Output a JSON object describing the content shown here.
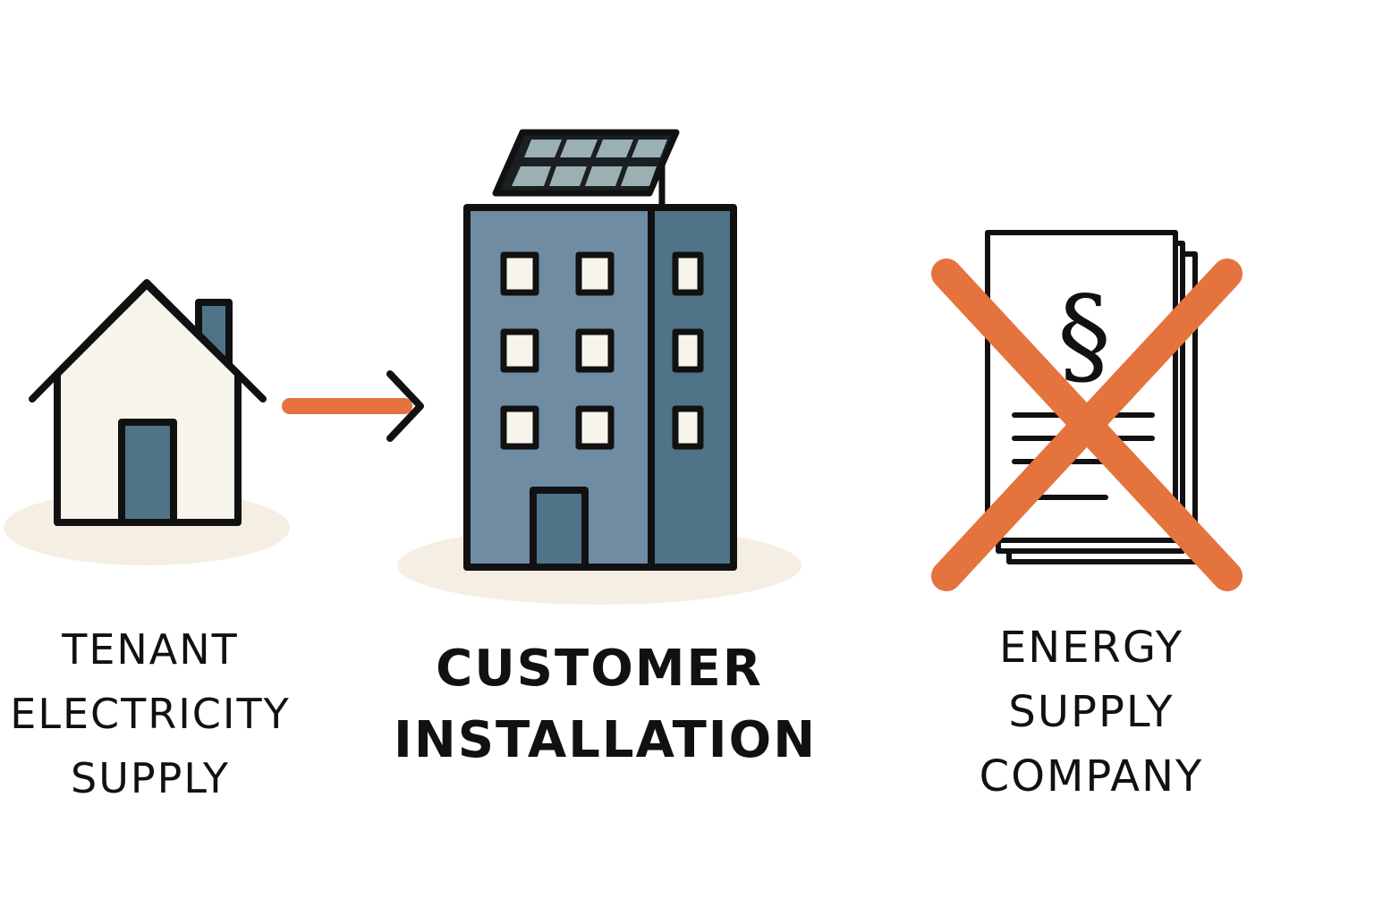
{
  "labels": {
    "tenant": [
      "TENANT",
      "ELECTRICITY",
      "SUPPLY"
    ],
    "customer": [
      "CUSTOMER",
      "INSTALLATION"
    ],
    "energy": [
      "ENERGY",
      "SUPPLY",
      "COMPANY"
    ]
  },
  "document_symbol": "§",
  "colors": {
    "outline": "#111111",
    "house_fill": "#f7f4ec",
    "building_main": "#6f8ca3",
    "building_side": "#4f7488",
    "door": "#4f7488",
    "window": "#f7f4ec",
    "solar_cell": "#9ab0b3",
    "accent_orange": "#e4733d",
    "ground_shadow": "#f4efe2",
    "paper": "#ffffff"
  },
  "icons": [
    "house-icon",
    "arrow-right-icon",
    "apartment-building-icon",
    "solar-panel-icon",
    "legal-document-icon",
    "cross-mark-icon"
  ]
}
